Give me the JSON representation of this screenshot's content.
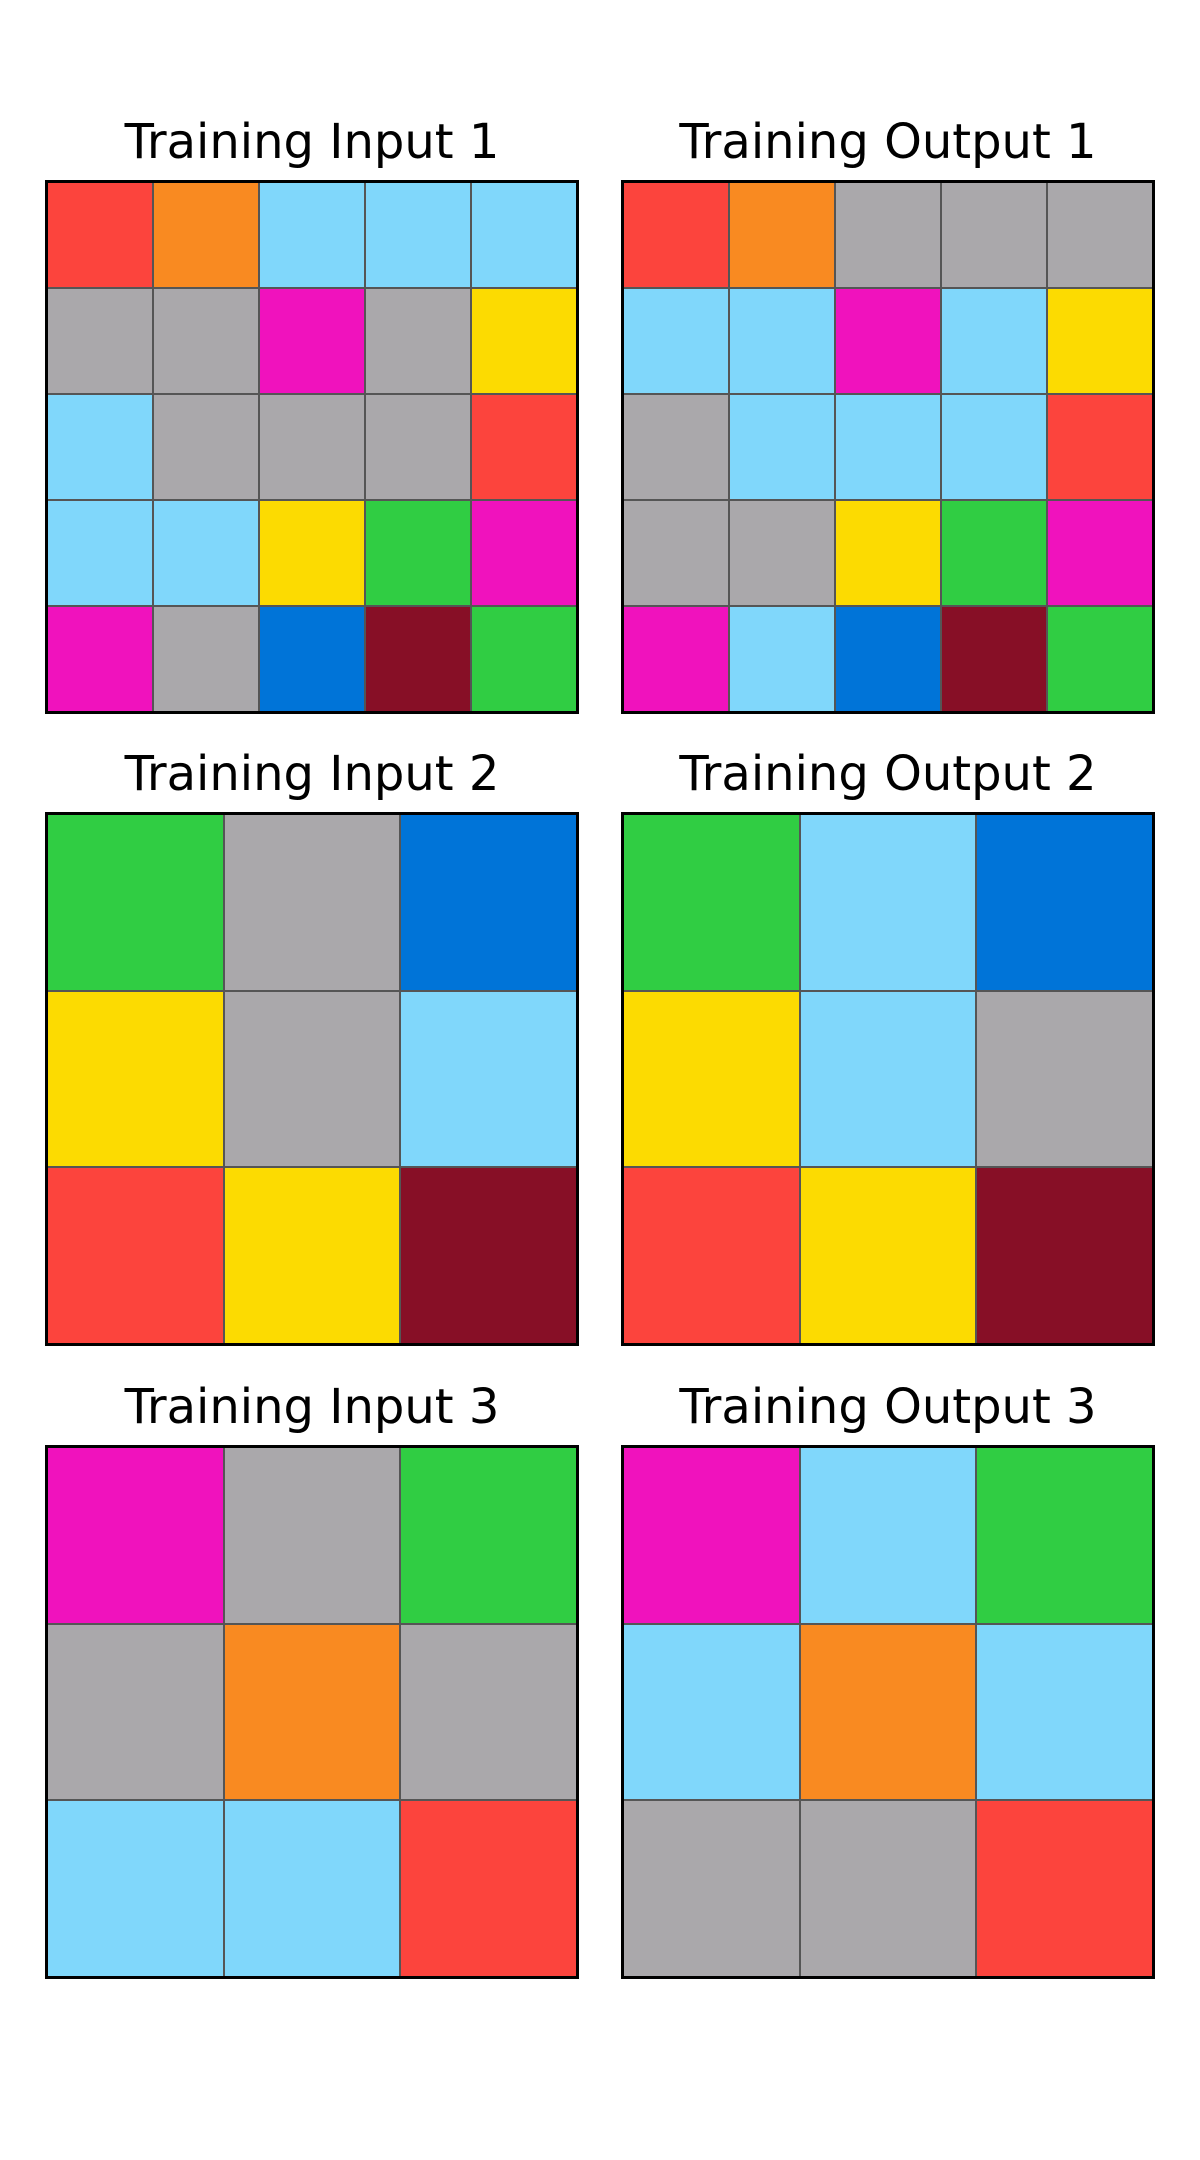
{
  "palette": {
    "red": "#FC443D",
    "orange": "#F98A21",
    "skyblue": "#80D7FB",
    "gray": "#AAA8AB",
    "magenta": "#F012BD",
    "yellow": "#FCDB01",
    "green": "#30CD43",
    "blue": "#0074D8",
    "maroon": "#870F26"
  },
  "pairs": [
    {
      "input": {
        "title": "Training Input 1",
        "cells": [
          [
            "red",
            "orange",
            "skyblue",
            "skyblue",
            "skyblue"
          ],
          [
            "gray",
            "gray",
            "magenta",
            "gray",
            "yellow"
          ],
          [
            "skyblue",
            "gray",
            "gray",
            "gray",
            "red"
          ],
          [
            "skyblue",
            "skyblue",
            "yellow",
            "green",
            "magenta"
          ],
          [
            "magenta",
            "gray",
            "blue",
            "maroon",
            "green"
          ]
        ]
      },
      "output": {
        "title": "Training Output 1",
        "cells": [
          [
            "red",
            "orange",
            "gray",
            "gray",
            "gray"
          ],
          [
            "skyblue",
            "skyblue",
            "magenta",
            "skyblue",
            "yellow"
          ],
          [
            "gray",
            "skyblue",
            "skyblue",
            "skyblue",
            "red"
          ],
          [
            "gray",
            "gray",
            "yellow",
            "green",
            "magenta"
          ],
          [
            "magenta",
            "skyblue",
            "blue",
            "maroon",
            "green"
          ]
        ]
      }
    },
    {
      "input": {
        "title": "Training Input 2",
        "cells": [
          [
            "green",
            "gray",
            "blue"
          ],
          [
            "yellow",
            "gray",
            "skyblue"
          ],
          [
            "red",
            "yellow",
            "maroon"
          ]
        ]
      },
      "output": {
        "title": "Training Output 2",
        "cells": [
          [
            "green",
            "skyblue",
            "blue"
          ],
          [
            "yellow",
            "skyblue",
            "gray"
          ],
          [
            "red",
            "yellow",
            "maroon"
          ]
        ]
      }
    },
    {
      "input": {
        "title": "Training Input 3",
        "cells": [
          [
            "magenta",
            "gray",
            "green"
          ],
          [
            "gray",
            "orange",
            "gray"
          ],
          [
            "skyblue",
            "skyblue",
            "red"
          ]
        ]
      },
      "output": {
        "title": "Training Output 3",
        "cells": [
          [
            "magenta",
            "skyblue",
            "green"
          ],
          [
            "skyblue",
            "orange",
            "skyblue"
          ],
          [
            "gray",
            "gray",
            "red"
          ]
        ]
      }
    }
  ]
}
